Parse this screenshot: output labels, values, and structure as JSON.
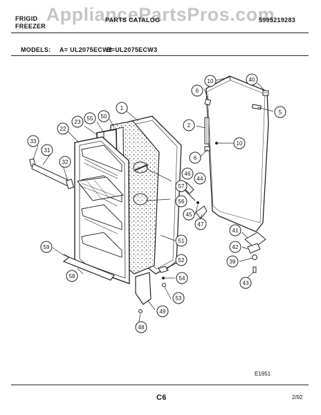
{
  "header": {
    "brand_line1": "FRIGID",
    "brand_line2": "FREEZER",
    "title": "PARTS CATALOG",
    "catalog_number": "5995219283",
    "watermark": "AppliancePartsPros.com"
  },
  "models": {
    "label": "MODELS:",
    "model_a": "A= UL2075ECW2",
    "model_b": "B=UL2075ECW3"
  },
  "callouts": [
    "1",
    "2",
    "6",
    "6",
    "10",
    "10",
    "40",
    "5",
    "50",
    "55",
    "23",
    "22",
    "33",
    "31",
    "32",
    "59",
    "58",
    "57",
    "56",
    "46",
    "44",
    "45",
    "47",
    "51",
    "52",
    "54",
    "53",
    "49",
    "48",
    "41",
    "42",
    "39",
    "43"
  ],
  "diagram_code": "E1951",
  "footer": {
    "page": "C6",
    "date": "2/92"
  }
}
